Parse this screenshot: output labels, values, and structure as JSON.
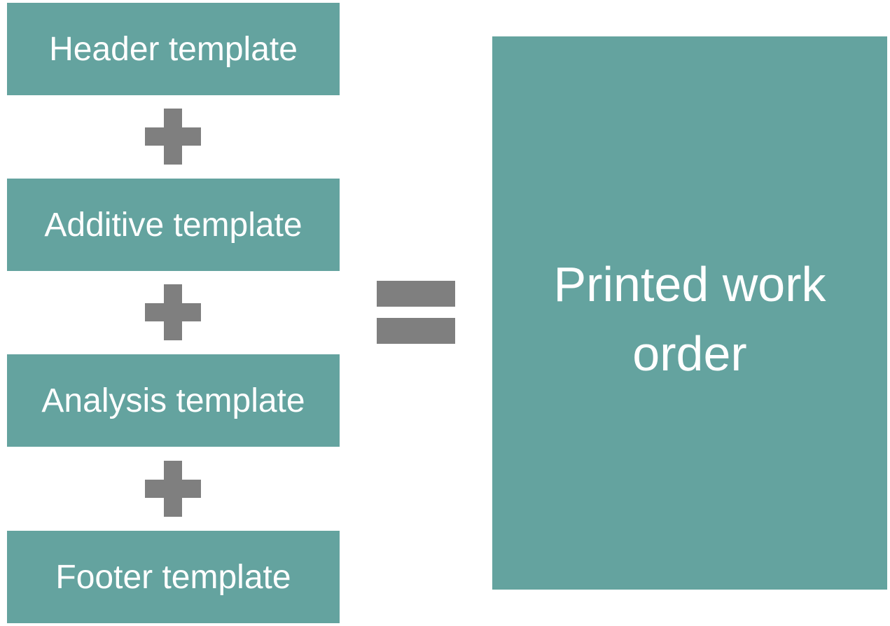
{
  "colors": {
    "box_fill": "#64a39f",
    "box_text": "#ffffff",
    "operator": "#7f7f7f",
    "background": "#ffffff"
  },
  "templates": [
    {
      "label": "Header template"
    },
    {
      "label": "Additive template"
    },
    {
      "label": "Analysis template"
    },
    {
      "label": "Footer template"
    }
  ],
  "operators": {
    "plus": "plus-icon",
    "equals": "equals-icon"
  },
  "result": {
    "label": "Printed work order"
  }
}
